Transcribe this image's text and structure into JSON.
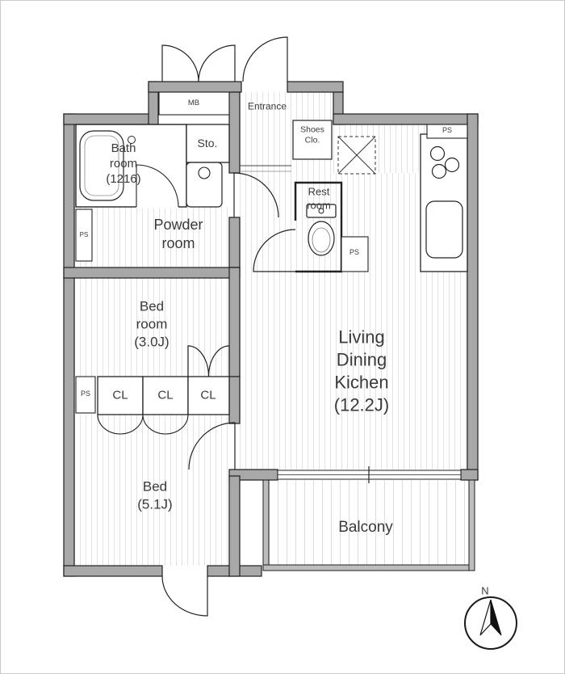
{
  "rooms": {
    "bath": {
      "line1": "Bath",
      "line2": "room",
      "line3": "(1216)"
    },
    "storage": {
      "label": "Sto."
    },
    "meter_box": {
      "label": "MB"
    },
    "entrance": {
      "label": "Entrance"
    },
    "shoes_closet": {
      "line1": "Shoes",
      "line2": "Clo."
    },
    "powder_room": {
      "line1": "Powder",
      "line2": "room"
    },
    "rest_room": {
      "line1": "Rest",
      "line2": "room"
    },
    "bedroom_3j": {
      "line1": "Bed",
      "line2": "room",
      "line3": "(3.0J)"
    },
    "living_dining_kitchen": {
      "line1": "Living",
      "line2": "Dining",
      "line3": "Kichen",
      "line4": "(12.2J)"
    },
    "bedroom_5j": {
      "line1": "Bed",
      "line2": "(5.1J)"
    },
    "balcony": {
      "label": "Balcony"
    },
    "closets": [
      "CL",
      "CL",
      "CL"
    ]
  },
  "pipe_spaces": [
    "PS",
    "PS",
    "PS",
    "PS"
  ],
  "compass": {
    "north_label": "N"
  },
  "colors": {
    "wall_fill": "#a8a8a8",
    "wall_outline": "#1f1f1f",
    "balcony_wall": "#bdbdbd",
    "floor_stripe": "#e2e2e2",
    "text": "#3a3a3a"
  }
}
